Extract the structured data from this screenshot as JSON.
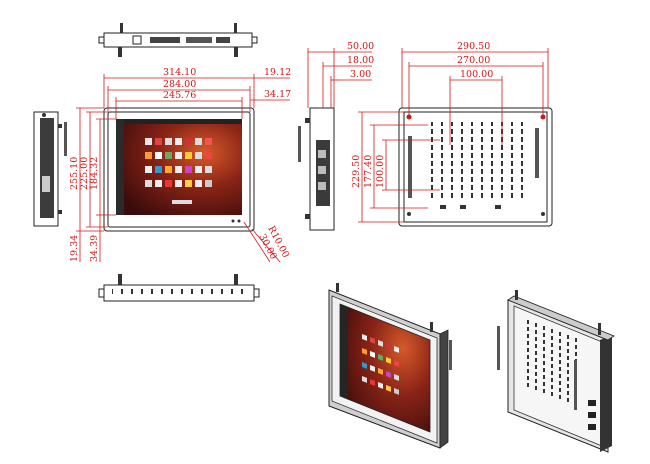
{
  "front_view": {
    "width_dims": [
      "314.10",
      "284.00",
      "245.76"
    ],
    "height_dims": [
      "255.10",
      "225.00",
      "184.32"
    ],
    "bezel_dims": [
      "19.12",
      "34.17"
    ],
    "bottom_dims": [
      "19.34",
      "34.39"
    ],
    "corner_dims": [
      "R10.00",
      "30.00"
    ]
  },
  "side_view": {
    "depth_dims": [
      "50.00",
      "18.00",
      "3.00"
    ]
  },
  "back_view": {
    "width_dims": [
      "290.50",
      "270.00",
      "100.00"
    ],
    "height_dims": [
      "229.50",
      "177.40",
      "100.00"
    ]
  },
  "colors": {
    "dimension": "#d01818",
    "outline": "#222222",
    "screen_bg": "#5a1414",
    "screen_glow": "#c0502a"
  }
}
